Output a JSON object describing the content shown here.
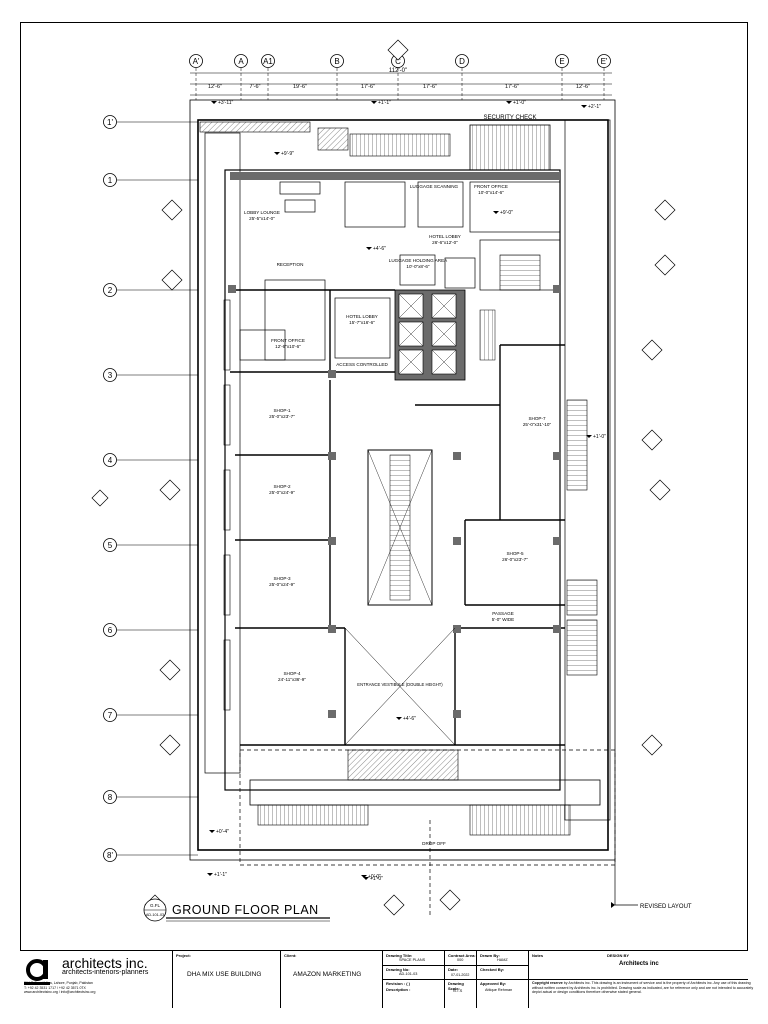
{
  "drawing": {
    "title": "GROUND FLOOR PLAN",
    "title_ref": {
      "sheet_top": "G.FL",
      "sheet_bottom": "AD-101-03"
    },
    "revision_note": "REVISED LAYOUT",
    "column_grid": [
      "A'",
      "A",
      "A1",
      "B",
      "C",
      "D",
      "E",
      "E'"
    ],
    "row_grid": [
      "1'",
      "1",
      "2",
      "3",
      "4",
      "5",
      "6",
      "7",
      "8",
      "8'"
    ],
    "overall_dim": "112'-0\"",
    "top_dims": [
      "12'-6\"",
      "7'-6\"",
      "19'-6\"",
      "17'-6\"",
      "17'-6\"",
      "17'-6\"",
      "12'-6\""
    ],
    "level_marks": [
      "3'-11\"",
      "1'-1\"",
      "1'-0\"",
      "2'-1\"",
      "9'-9\"",
      "4'-6\"",
      "9'-0\"",
      "1'-0\"",
      "4'-6\"",
      "0'-4\"",
      "0'-0\"",
      "1'-0\"",
      "1'-1\""
    ],
    "spaces": [
      {
        "name": "LOBBY LOUNGE",
        "area": "25'-5\"x14'-0\""
      },
      {
        "name": "LUGGAGE SCANNING",
        "area": ""
      },
      {
        "name": "FRONT OFFICE",
        "area": "10'-0\"x14'-6\""
      },
      {
        "name": "HOTEL LOBBY",
        "area": "26'-6\"x12'-0\""
      },
      {
        "name": "RECEPTION",
        "area": ""
      },
      {
        "name": "HOTEL LOBBY",
        "area": "15'-7\"x16'-6\""
      },
      {
        "name": "LUGGAGE HOLDING AREA",
        "area": "10'-0\"x8'-6\""
      },
      {
        "name": "FRONT OFFICE",
        "area": "12'-6\"x10'-6\""
      },
      {
        "name": "ACCESS CONTROLLED",
        "area": ""
      },
      {
        "name": "SHOP-1",
        "area": "25'-0\"x23'-7\""
      },
      {
        "name": "SHOP-2",
        "area": "25'-0\"x24'-9\""
      },
      {
        "name": "SHOP-3",
        "area": "25'-0\"x24'-9\""
      },
      {
        "name": "SHOP-4",
        "area": "24'-11\"x36'-9\""
      },
      {
        "name": "SHOP-5",
        "area": "26'-0\"x23'-7\""
      },
      {
        "name": "SHOP-7",
        "area": "25'-0\"x31'-10\""
      },
      {
        "name": "PASSAGE",
        "area": "5'-0\" WIDE"
      },
      {
        "name": "ENTRANCE VESTIBULE (DOUBLE HEIGHT)",
        "area": ""
      },
      {
        "name": "SECURITY CHECK",
        "area": ""
      },
      {
        "name": "DROP OFF",
        "area": ""
      }
    ],
    "colors": {
      "line": "#000000",
      "paper": "#ffffff",
      "wall_fill": "#6b6b6b",
      "hatch": "#9a9a9a"
    }
  },
  "title_block": {
    "firm_name": "architects inc.",
    "firm_tagline": "architects-interiors-planners",
    "firm_address": "264-B Canal View, Lahore, Punjab, Pakistan",
    "firm_phone": "T: +92 42 3531 1717 / +92 42 3571 0TX",
    "firm_web": "www.architectsinc.org / info@architectsinc.org",
    "project_label": "Project:",
    "project_value": "DHA MIX USE BUILDING",
    "client_label": "Client:",
    "client_value": "AMAZON MARKETING",
    "drawing_title_label": "Drawing Title:",
    "drawing_title_value": "SPACE PLANS",
    "drawing_no_label": "Drawing No:",
    "drawing_no_value": "AD-101-03",
    "revision_label": "Revision : ( )",
    "description_label": "Description :",
    "contract_label": "Contract Area:",
    "contract_value": "000",
    "date_label": "Date:",
    "date_value": "07-01-2022",
    "scale_label": "Drawing Scale:",
    "scale_value": "N.T.S",
    "drawn_label": "Drawn By:",
    "drawn_value": "HAMZ",
    "checked_label": "Checked By:",
    "approved_label": "Approved By:",
    "approved_value": "Attique Rehman",
    "notes_label": "Notes",
    "design_label": "DESIGN BY",
    "design_value": "Architects inc",
    "copyright_title": "Copyright reserve",
    "copyright_text": "by Architects inc. This drawing is an instrument of service and is the property of Architects inc. Any use of this drawing without written consent by Architects inc. is prohibited. Drawing scale as indicated, are for reference only and are not intended to accurately depict actual or design conditions therefore otherwise stated general."
  }
}
